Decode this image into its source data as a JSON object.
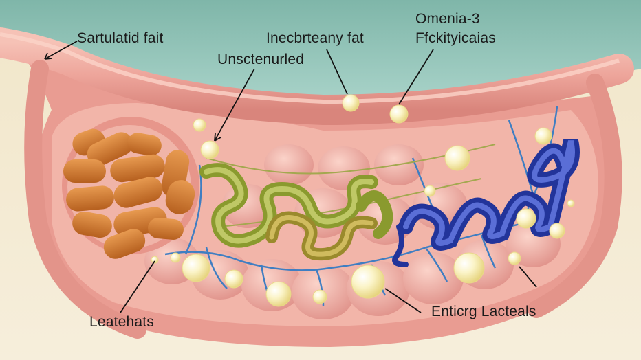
{
  "labels": {
    "saturated": "Sartulatid fait",
    "unsaturated_top": "Inecbrteany fat",
    "omega_line1": "Omenia-3",
    "omega_line2": "Ffckityicaias",
    "unsaturated": "Unsctenurled",
    "lacteals_left": "Leatehats",
    "lacteals_right": "Enticrg Lacteals"
  },
  "colors": {
    "background": "#f3ead3",
    "sky": "#8ec2b5",
    "tissue": "#eba59c",
    "saturated_fat": "#d07a35",
    "unsaturated_fat": "#9aa63c",
    "omega3": "#2f3fae",
    "vessel": "#3f7ec2",
    "droplet": "#f6edb4"
  }
}
